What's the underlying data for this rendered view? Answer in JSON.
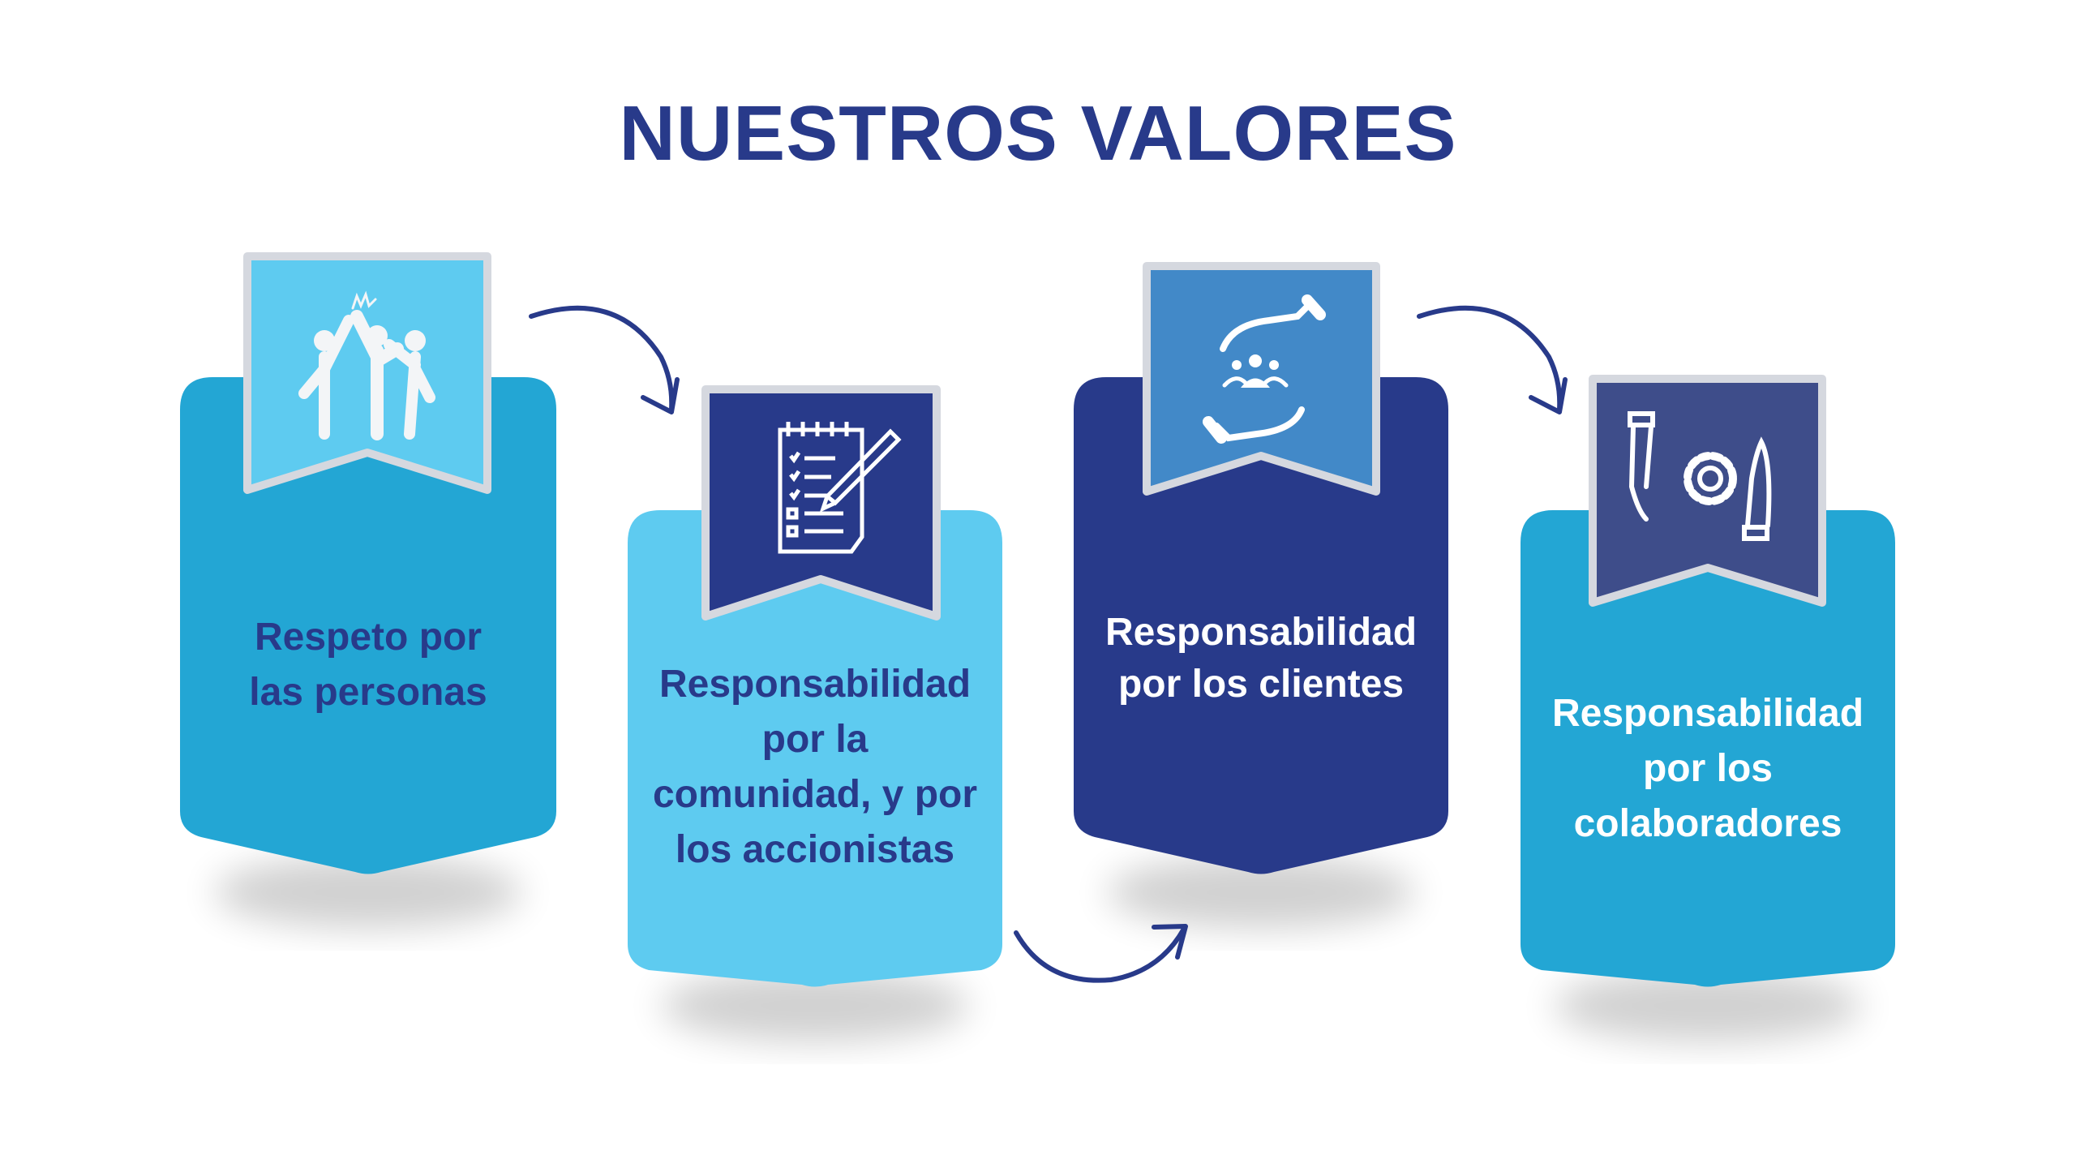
{
  "title": "NUESTROS VALORES",
  "colors": {
    "title": "#283a8a",
    "card_teal": "#23a6d4",
    "card_light": "#5ecbf0",
    "card_navy": "#283a8a",
    "ribbon_mid": "#4289c8",
    "ribbon_slate": "#3e4d8a",
    "ribbon_border": "#d5d8df",
    "arrow": "#283a8a"
  },
  "values": [
    {
      "lines": [
        "Respeto por",
        "las personas"
      ],
      "icon": "team-high-five-icon"
    },
    {
      "lines": [
        "Responsabilidad",
        "por la",
        "comunidad, y por",
        "los accionistas"
      ],
      "icon": "checklist-pencil-icon"
    },
    {
      "lines": [
        "Responsabilidad",
        "por los clientes"
      ],
      "icon": "hands-protecting-people-icon"
    },
    {
      "lines": [
        "Responsabilidad",
        "por los",
        "colaboradores"
      ],
      "icon": "hands-gear-icon"
    }
  ]
}
